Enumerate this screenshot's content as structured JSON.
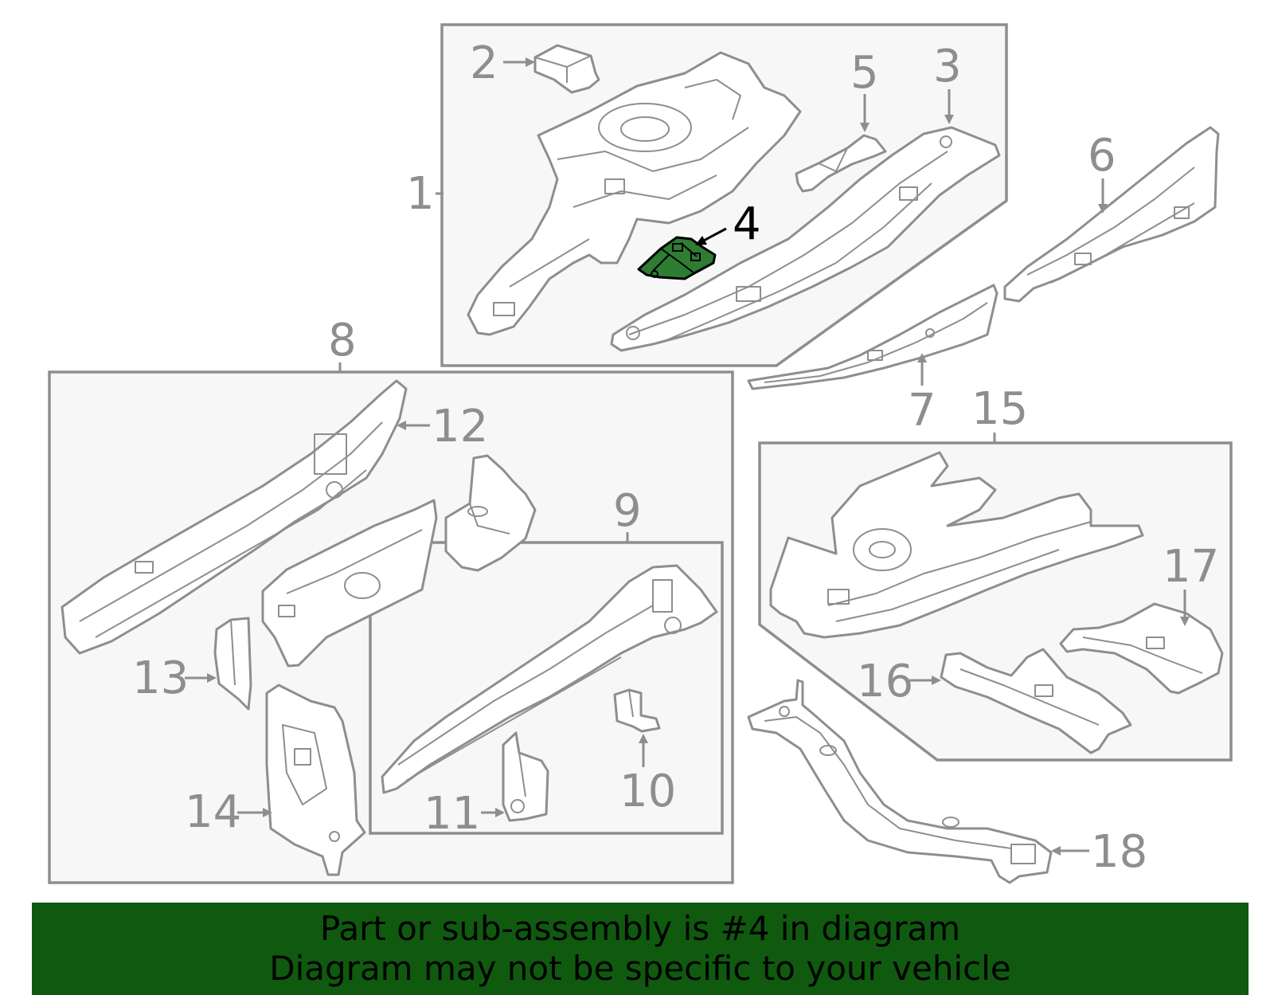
{
  "callouts": [
    {
      "id": "1",
      "label": "1"
    },
    {
      "id": "2",
      "label": "2"
    },
    {
      "id": "3",
      "label": "3"
    },
    {
      "id": "4",
      "label": "4"
    },
    {
      "id": "5",
      "label": "5"
    },
    {
      "id": "6",
      "label": "6"
    },
    {
      "id": "7",
      "label": "7"
    },
    {
      "id": "8",
      "label": "8"
    },
    {
      "id": "9",
      "label": "9"
    },
    {
      "id": "10",
      "label": "10"
    },
    {
      "id": "11",
      "label": "11"
    },
    {
      "id": "12",
      "label": "12"
    },
    {
      "id": "13",
      "label": "13"
    },
    {
      "id": "14",
      "label": "14"
    },
    {
      "id": "15",
      "label": "15"
    },
    {
      "id": "16",
      "label": "16"
    },
    {
      "id": "17",
      "label": "17"
    },
    {
      "id": "18",
      "label": "18"
    }
  ],
  "highlighted_part": "4",
  "colors": {
    "highlight_fill": "#2e7d32",
    "banner_background": "#0f5a0f",
    "line_gray": "#8e8e8e",
    "box_fill": "#f7f7f7"
  },
  "banner": {
    "line1": "Part or sub-assembly is #4 in diagram",
    "line2": "Diagram may not be specific to your vehicle"
  }
}
